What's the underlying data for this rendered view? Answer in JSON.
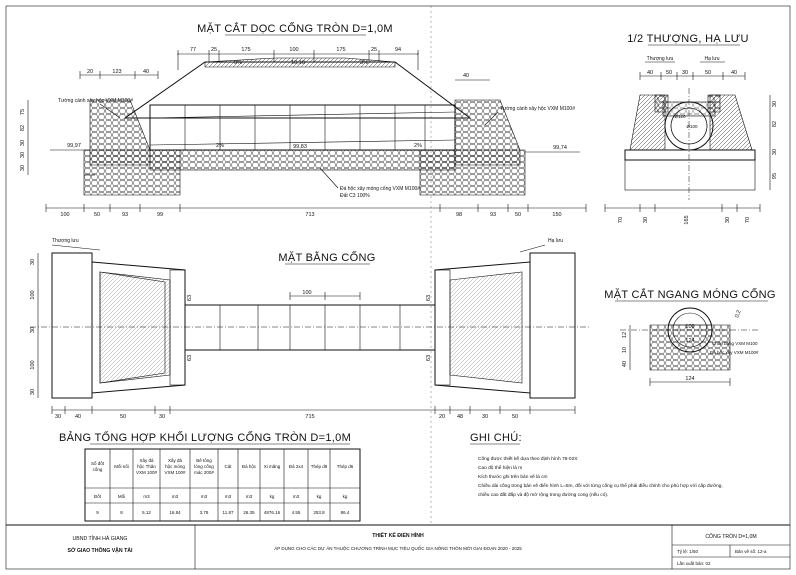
{
  "titles": {
    "long_section": "MẶT CẮT DỌC CỐNG TRÒN D=1,0M",
    "half_view": "1/2 THƯỢNG, HẠ LƯU",
    "plan": "MẶT BẰNG CỐNG",
    "cross_section": "MẶT CẮT NGANG MÓNG CỐNG",
    "summary_table": "BẢNG TỔNG HỢP KHỐI LƯỢNG CỐNG TRÒN D=1,0M",
    "notes": "GHI CHÚ:"
  },
  "long_section": {
    "top_dims": [
      "77",
      "25",
      "175",
      "100",
      "175",
      "25",
      "94"
    ],
    "left_dims": [
      "20",
      "123",
      "40"
    ],
    "right_dim": "40",
    "slope_left": "0%",
    "slope_mid": "10,10",
    "slope_right": "3%",
    "slope_bottom_left": "2%",
    "slope_bottom_right": "2%",
    "elev_left": "99,97",
    "elev_mid": "99,83",
    "elev_right": "99,74",
    "label_wall_left": "Tường cánh xây hộc VXM M100#",
    "label_wall_right": "Tường cánh xây hộc VXM M100#",
    "label_foundation": "Đá hộc xây móng cống VXM M100#",
    "label_base": "Đất C3 100%",
    "left_side_dims": [
      "75",
      "82",
      "30",
      "30",
      "30"
    ],
    "bottom_dims": [
      "100",
      "50",
      "93",
      "99",
      "713",
      "98",
      "93",
      "50",
      "150"
    ]
  },
  "half_view": {
    "label_up": "Thượng lưu",
    "label_down": "Hạ lưu",
    "top_dims": [
      "40",
      "50",
      "30",
      "50",
      "40"
    ],
    "d1": "Ø120",
    "d2": "Ø100",
    "right_dims": [
      "30",
      "82",
      "30",
      "95"
    ],
    "bottom_dims": [
      "70",
      "30",
      "165",
      "30",
      "70"
    ]
  },
  "plan": {
    "label_up": "Thượng lưu",
    "label_down": "Hạ lưu",
    "top_dim": "100",
    "left_dims": [
      "30",
      "100",
      "30",
      "100",
      "30"
    ],
    "inner_dims_left": [
      "63",
      "63"
    ],
    "inner_dims_right": [
      "63",
      "63"
    ],
    "bottom_dims": [
      "30",
      "40",
      "50",
      "30",
      "715",
      "20",
      "48",
      "30",
      "50"
    ]
  },
  "cross_section": {
    "d": "100",
    "d2": "124",
    "offset": "0,2",
    "label": "Chân bằng VXM M100",
    "label2": "Đá hộc xây VXM M100#",
    "dims_left": [
      "12",
      "10",
      "40"
    ],
    "bottom_dims": [
      "124"
    ]
  },
  "summary_table": {
    "headers": [
      "Số đốt cống",
      "Mối nối",
      "Xây đá hộc Thân VXM 100#",
      "Xây đá hộc móng VXM 100#",
      "Bê tông lòng cống mác 200#",
      "Cát",
      "Đá hộc",
      "Xi măng",
      "Đá 2x4",
      "Thép d8",
      "Thép d6"
    ],
    "units": [
      "Đốt",
      "Mối",
      "m3",
      "m3",
      "m3",
      "m3",
      "m3",
      "kg",
      "m3",
      "kg",
      "kg"
    ],
    "values": [
      "9",
      "8",
      "5.12",
      "16.84",
      "3.78",
      "11.87",
      "26.35",
      "4876.16",
      "4.55",
      "253.8",
      "86.4"
    ]
  },
  "notes": [
    "Cống được thiết kế dựa theo định hình 78-02X",
    "Cao độ thể hiện là m",
    "Kích thước ghi trên bản vẽ là cm",
    "Chiều dài cống trong bản vẽ điển hình L=5m, đối với từng cống cụ thể phải điều chỉnh cho phù hợp với cấp đường,",
    "chiều cao đất đắp và độ mở rộng trong đường cong (nếu có)."
  ],
  "title_block": {
    "org1": "UBND TỈNH HÀ GIANG",
    "org2": "SỞ GIAO THÔNG VẬN TẢI",
    "design_title": "THIẾT KẾ ĐIỂN HÌNH",
    "program": "ÁP DỤNG CHO CÁC DỰ ÁN THUỘC CHƯƠNG TRÌNH MỤC TIÊU QUỐC GIA NÔNG THÔN MỚI GIAI ĐOẠN 2020 - 2025",
    "drawing_name": "CỐNG TRÒN D=1,0M",
    "scale_label": "Tỷ lệ: 1/50",
    "sheet_no": "Bản vẽ số: 12-a",
    "issue": "Lần xuất bản: 02"
  }
}
